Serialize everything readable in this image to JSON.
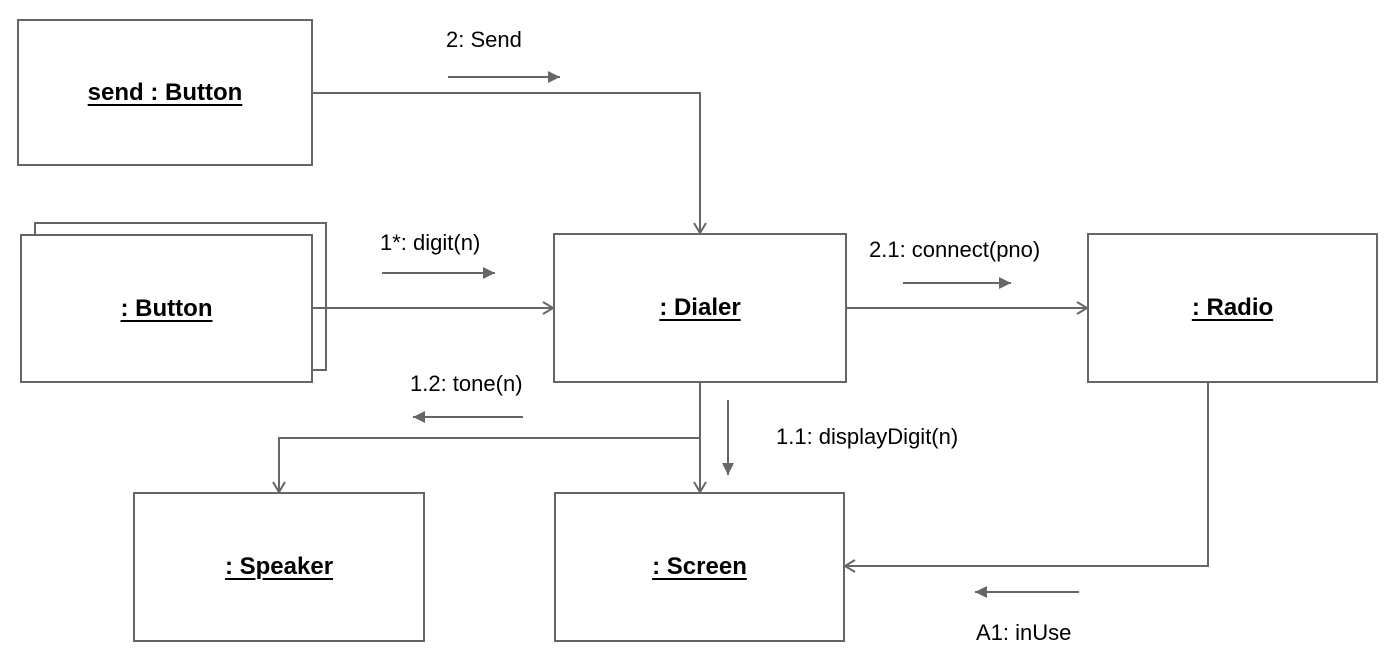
{
  "diagram": {
    "type": "uml-communication-diagram",
    "background_color": "#ffffff",
    "line_color": "#666666",
    "text_color": "#000000",
    "objects": {
      "send_button": {
        "label": "send : Button"
      },
      "button": {
        "label": ": Button",
        "appearance": "stacked-multiobject"
      },
      "dialer": {
        "label": ": Dialer"
      },
      "radio": {
        "label": ": Radio"
      },
      "speaker": {
        "label": ": Speaker"
      },
      "screen": {
        "label": ": Screen"
      }
    },
    "messages": {
      "send": {
        "label": "2: Send",
        "from": "send_button",
        "to": "dialer",
        "direction": "right"
      },
      "digit": {
        "label": "1*: digit(n)",
        "from": "button",
        "to": "dialer",
        "direction": "right"
      },
      "connect": {
        "label": "2.1: connect(pno)",
        "from": "dialer",
        "to": "radio",
        "direction": "right"
      },
      "display_digit": {
        "label": "1.1: displayDigit(n)",
        "from": "dialer",
        "to": "screen",
        "direction": "down"
      },
      "tone": {
        "label": "1.2: tone(n)",
        "from": "dialer",
        "to": "speaker",
        "direction": "left"
      },
      "in_use": {
        "label": "A1: inUse",
        "from": "radio",
        "to": "screen",
        "direction": "left"
      }
    }
  }
}
